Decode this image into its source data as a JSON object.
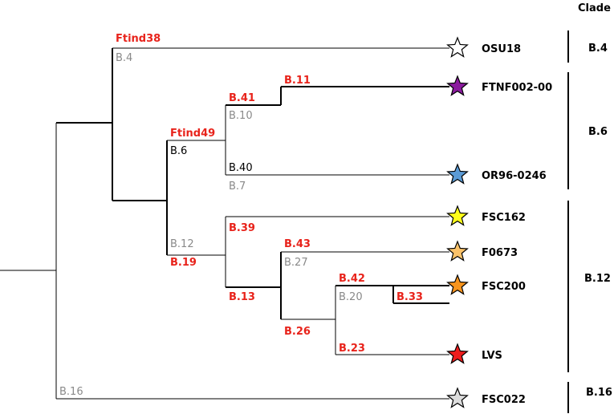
{
  "header": {
    "clade_title": "Clade"
  },
  "leaves": [
    {
      "name": "OSU18",
      "star_color": "#ffffff"
    },
    {
      "name": "FTNF002-00",
      "star_color": "#8b1a9e"
    },
    {
      "name": "OR96-0246",
      "star_color": "#5b9bd5"
    },
    {
      "name": "FSC162",
      "star_color": "#ffff1a"
    },
    {
      "name": "F0673",
      "star_color": "#fbc36a"
    },
    {
      "name": "FSC200",
      "star_color": "#f7941d"
    },
    {
      "name": "LVS",
      "star_color": "#ee1c1c"
    },
    {
      "name": "FSC022",
      "star_color": "#dddddd"
    }
  ],
  "node_labels": {
    "ftind38": "Ftind38",
    "b4_gray": "B.4",
    "b41": "B.41",
    "b11": "B.11",
    "b10": "B.10",
    "ftind49": "Ftind49",
    "b6": "B.6",
    "b40": "B.40",
    "b7": "B.7",
    "b39": "B.39",
    "b12_gray": "B.12",
    "b19": "B.19",
    "b43": "B.43",
    "b27": "B.27",
    "b42": "B.42",
    "b20": "B.20",
    "b33": "B.33",
    "b13": "B.13",
    "b26": "B.26",
    "b23": "B.23",
    "b16_gray": "B.16"
  },
  "clades": [
    {
      "label": "B.4"
    },
    {
      "label": "B.6"
    },
    {
      "label": "B.12"
    },
    {
      "label": "B.16"
    }
  ]
}
